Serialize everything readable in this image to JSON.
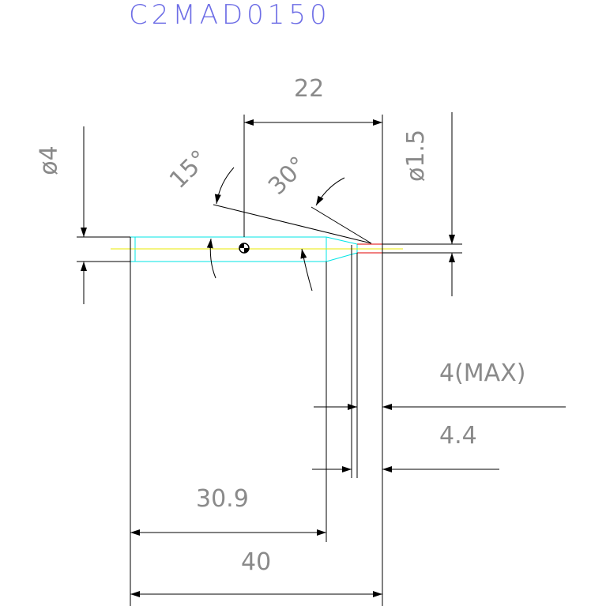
{
  "title": "C2MAD0150",
  "dimensions": {
    "top_length": "22",
    "dia_shank": "ø4",
    "dia_tip": "ø1.5",
    "angle_15": "15°",
    "angle_30": "30°",
    "tip_max": "4(MAX)",
    "tip_len": "4.4",
    "body_len": "30.9",
    "total_len": "40"
  },
  "colors": {
    "line": "#000000",
    "dim_text": "#8a8a8a",
    "title": "#6e6ee6",
    "body_outline": "#00e5e5",
    "center_line": "#e8e800",
    "tip_accent": "#e00000"
  }
}
